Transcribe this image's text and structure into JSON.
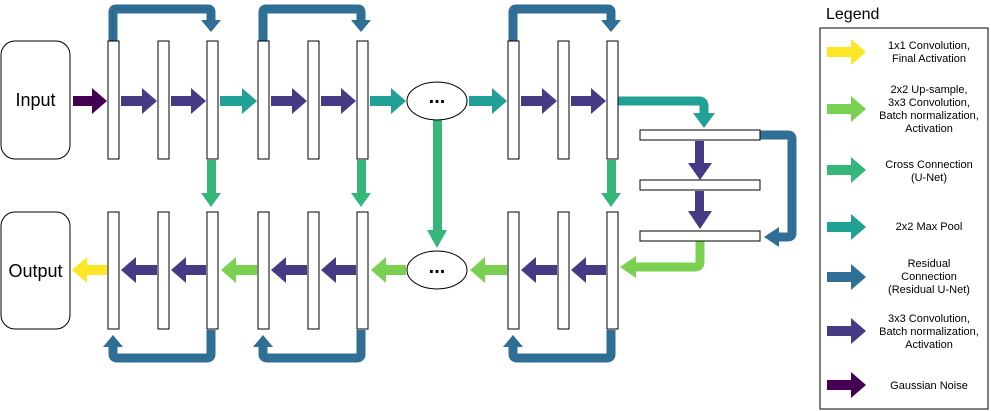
{
  "diagram": {
    "input_label": "Input",
    "output_label": "Output",
    "ellipsis_top": "...",
    "ellipsis_bottom": "..."
  },
  "legend": {
    "title": "Legend",
    "items": [
      {
        "label": "1x1 Convolution,\nFinal Activation",
        "color": "#fde725",
        "icon": "yellow-arrow-icon"
      },
      {
        "label": "2x2 Up-sample,\n3x3 Convolution,\nBatch normalization,\nActivation",
        "color": "#7ad151",
        "icon": "light-green-arrow-icon"
      },
      {
        "label": "Cross Connection\n(U-Net)",
        "color": "#35b779",
        "icon": "green-arrow-icon"
      },
      {
        "label": "2x2 Max Pool",
        "color": "#21a095",
        "icon": "teal-arrow-icon"
      },
      {
        "label": "Residual\nConnection\n(Residual U-Net)",
        "color": "#2f6e95",
        "icon": "blue-arrow-icon"
      },
      {
        "label": "3x3 Convolution,\nBatch normalization,\nActivation",
        "color": "#453b85",
        "icon": "indigo-arrow-icon"
      },
      {
        "label": "Gaussian Noise",
        "color": "#440154",
        "icon": "purple-arrow-icon"
      }
    ]
  }
}
